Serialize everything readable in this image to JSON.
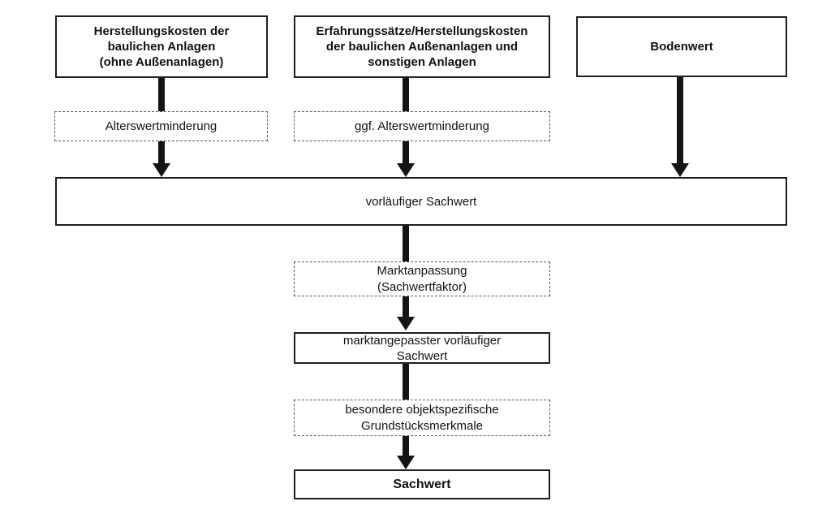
{
  "colors": {
    "box-border": "#1f1f1f",
    "dashed-border": "#595959",
    "arrow": "#141414",
    "text": "#111111",
    "background": "#ffffff"
  },
  "diagram": {
    "top_row": [
      {
        "label": "Herstellungskosten der\nbaulichen Anlagen\n(ohne Außenanlagen)"
      },
      {
        "label": "Erfahrungssätze/Herstellungskosten\nder baulichen Außenanlagen und\nsonstigen Anlagen"
      },
      {
        "label": "Bodenwert"
      }
    ],
    "adjustments_row": [
      {
        "label": "Alterswertminderung"
      },
      {
        "label": "ggf. Alterswertminderung"
      }
    ],
    "preliminary_value": {
      "label": "vorläufiger Sachwert"
    },
    "market_adjustment": {
      "label": "Marktanpassung\n(Sachwertfaktor)"
    },
    "market_adjusted_value": {
      "label": "marktangepasster vorläufiger\nSachwert"
    },
    "special_property_features": {
      "label": "besondere objektspezifische\nGrundstücksmerkmale"
    },
    "final_value": {
      "label": "Sachwert"
    }
  }
}
